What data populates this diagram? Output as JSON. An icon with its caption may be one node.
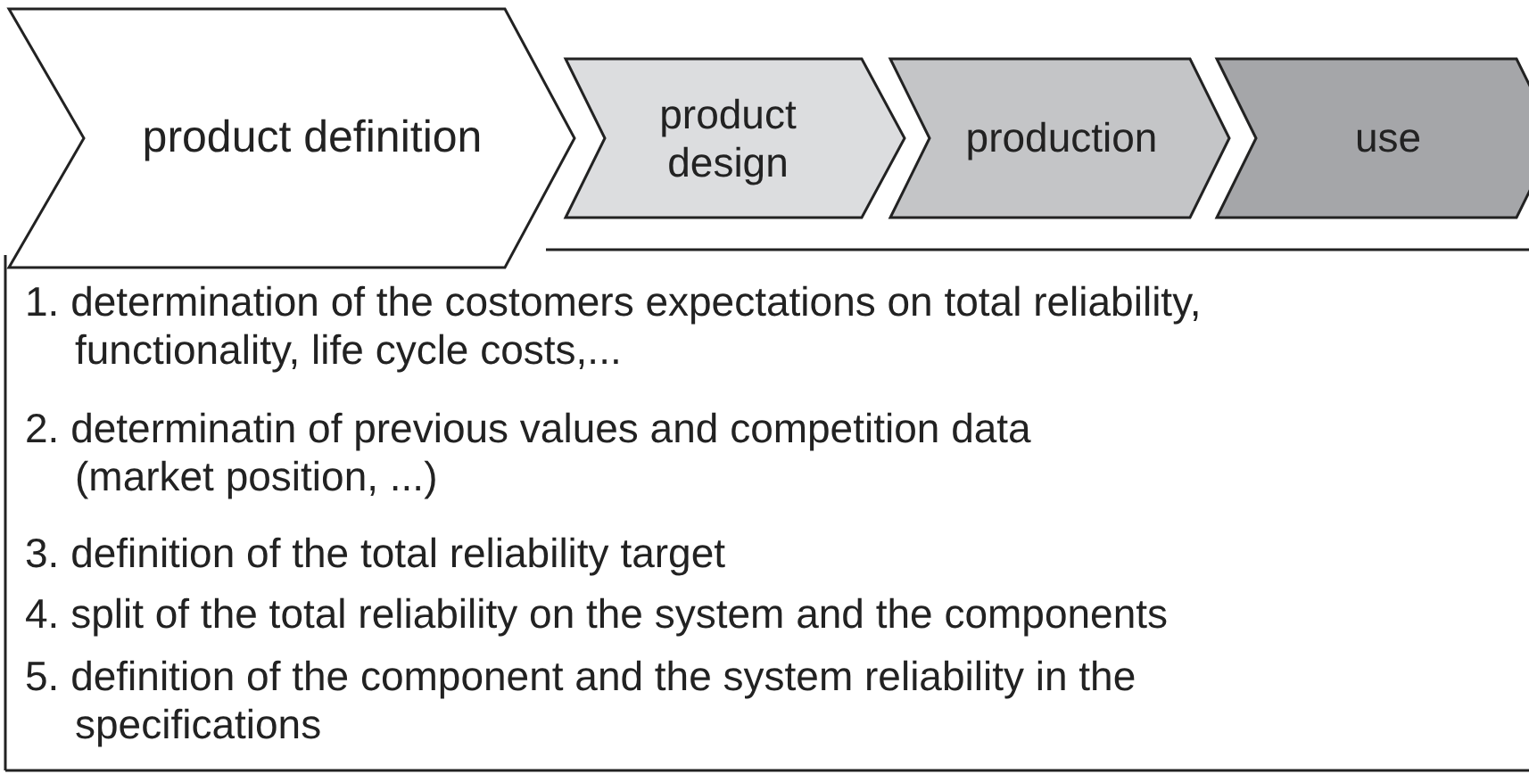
{
  "diagram": {
    "nodes": [
      {
        "text": [
          "product definition"
        ]
      },
      {
        "text": [
          "product design"
        ]
      },
      {
        "text": [
          "production"
        ]
      },
      {
        "text": [
          "use"
        ]
      }
    ],
    "edges": [],
    "labels": [
      "1. determination of the costomers expectations on total reliability, functionality, life cycle costs,...",
      "2. determinatin of previous values and competition data (market position, ...)",
      "3. definition of the total reliability target",
      "4. split of the total reliability on the system and the components",
      "5. definition of the component and the system reliability in the specifications"
    ]
  }
}
